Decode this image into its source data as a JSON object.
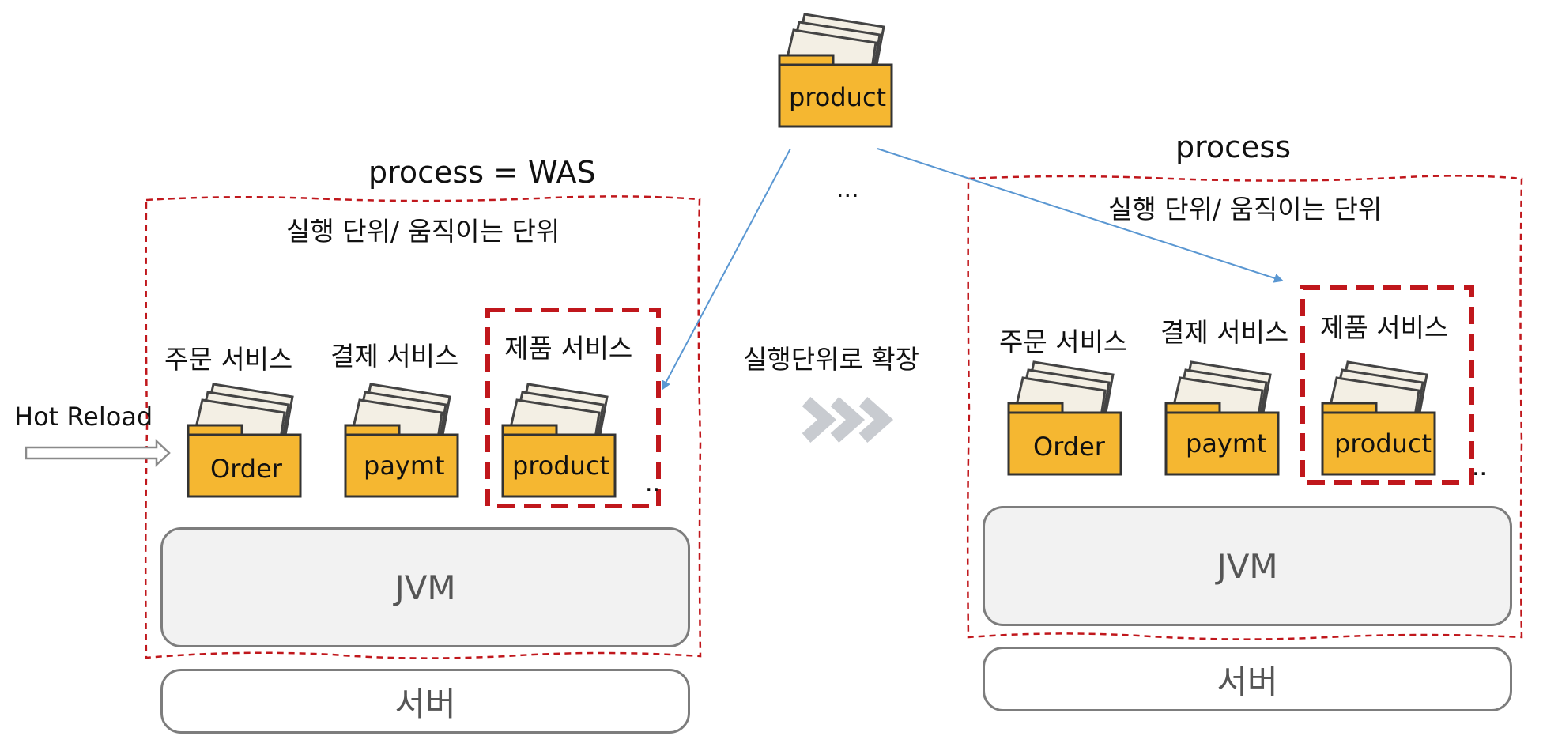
{
  "left": {
    "title": "process = WAS",
    "subtitle": "실행 단위/ 움직이는 단위",
    "services": [
      {
        "name": "주문 서비스",
        "folder": "Order"
      },
      {
        "name": "결제 서비스",
        "folder": "paymt"
      },
      {
        "name": "제품 서비스",
        "folder": "product"
      }
    ],
    "ellipsis": "..",
    "jvm": "JVM",
    "server": "서버",
    "hot_reload": "Hot Reload"
  },
  "right": {
    "title": "process",
    "subtitle": "실행 단위/ 움직이는 단위",
    "services": [
      {
        "name": "주문 서비스",
        "folder": "Order"
      },
      {
        "name": "결제 서비스",
        "folder": "paymt"
      },
      {
        "name": "제품 서비스",
        "folder": "product"
      }
    ],
    "ellipsis": "..",
    "jvm": "JVM",
    "server": "서버"
  },
  "top": {
    "folder": "product",
    "ellipsis": "..."
  },
  "middle": {
    "label": "실행단위로 확장"
  },
  "colors": {
    "folder": "#f5b731",
    "dashed_red": "#c0171c",
    "arrow_blue": "#5a97d2",
    "chevron": "#c8cbd0"
  }
}
